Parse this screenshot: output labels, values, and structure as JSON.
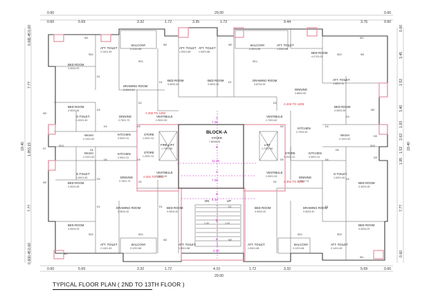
{
  "title": "TYPICAL FLOOR PLAN ( 2ND TO 13TH FLOOR )",
  "block_label": "BLOCK-A",
  "top_dims": [
    "0.60",
    "5.69",
    "3.32",
    "1.72",
    "3.35",
    "1.72",
    "9.44",
    "3.76",
    "0.60"
  ],
  "overall_width": "29.00",
  "edge_dims": [
    "0.60",
    "0.60"
  ],
  "bottom_dims": [
    "0.60",
    "5.69",
    "3.32",
    "1.72",
    "4.10",
    "1.72",
    "3.32",
    "5.69",
    "0.60"
  ],
  "left_dims": [
    "0.60",
    "0.45",
    "0.60",
    "7.77",
    "3.15",
    "1.95",
    "7.77",
    "0.60",
    "0.45",
    "0.60"
  ],
  "left_overall": "19.40",
  "right_dims": [
    "0.60",
    "3.45",
    "1.52",
    "3.40",
    "1.93",
    "2.62",
    "1.52",
    "1.95",
    "7.77",
    "0.60"
  ],
  "right_overall": "19.40",
  "unit_labels": [
    "A 202 TO 1302",
    "A 203 TO 1303",
    "A 201 TO 1301",
    "A 204 TO 1304"
  ],
  "core": {
    "foyer": "FOYER",
    "foyer_size": "7.80X8.33",
    "fire_lift": "FIRE LIFT",
    "fire_lift_size": "1.73X2.80",
    "lift": "LIFT",
    "lift_size": "1.73X2.80",
    "stair_dn": "DN",
    "stair_up": "UP",
    "stair_widths": [
      "2.00",
      "2.00"
    ],
    "stair_clear": "4.30",
    "core_width": "11.20",
    "mag_labels": [
      "A",
      "B",
      "C",
      "D",
      "E",
      "F"
    ],
    "mag_dims": [
      "7.06",
      "7.06",
      "4.10"
    ]
  },
  "rooms": {
    "tl": [
      {
        "name": "BED ROOM",
        "size": "3.30X4.29"
      },
      {
        "name": "ATT. TOILET",
        "size": "2.14X1.45"
      },
      {
        "name": "BALCONY",
        "size": "3.12X1.66"
      },
      {
        "name": "BED ROOM",
        "size": "3.30X3.28"
      },
      {
        "name": "G.TOILET",
        "size": "1.00X1.45"
      },
      {
        "name": "WASH",
        "size": "2.10X1.52"
      },
      {
        "name": "DRAWING ROOM",
        "size": "3.30X4.42"
      },
      {
        "name": "DINNING",
        "size": "2.75X1.73"
      },
      {
        "name": "KITCHEN",
        "size": "3.30X1.31"
      },
      {
        "name": "STORE",
        "size": "1.20X1.31"
      },
      {
        "name": "VESTIBULE",
        "size": "2.00X1.53"
      }
    ],
    "tm": [
      {
        "name": "ATT. TOILET",
        "size": "1.53X1.88"
      },
      {
        "name": "BED ROOM",
        "size": "3.30X4.42"
      },
      {
        "name": "ATT. TOILET",
        "size": "1.53X1.88"
      },
      {
        "name": "BED ROOM",
        "size": "3.30X4.42"
      }
    ],
    "tr": [
      {
        "name": "BALCONY",
        "size": "3.30X1.66"
      },
      {
        "name": "ATT. TOILET",
        "size": "1.53X1.88"
      },
      {
        "name": "BED ROOM",
        "size": "4.27X3.29"
      },
      {
        "name": "DRAWING ROOM",
        "size": "4.87X4.29"
      },
      {
        "name": "DINNING",
        "size": "2.88X2.62"
      },
      {
        "name": "ATT. TOILET",
        "size": "1.88X1.31"
      },
      {
        "name": "BED ROOM",
        "size": "3.30X3.35"
      },
      {
        "name": "VESTIBULE",
        "size": "1.73X1.62"
      },
      {
        "name": "KITCHEN",
        "size": "2.70X3.20"
      },
      {
        "name": "STORE",
        "size": "1.20X1.31"
      },
      {
        "name": "KITCHEN",
        "size": "3.30X1.31"
      },
      {
        "name": "WASH",
        "size": "2.10X1.52"
      }
    ],
    "bl": [
      {
        "name": "WASH",
        "size": "2.10X1.52"
      },
      {
        "name": "KITCHEN",
        "size": "3.30X1.31"
      },
      {
        "name": "STORE",
        "size": "1.20X1.31"
      },
      {
        "name": "G.TOILET",
        "size": "1.00X1.45"
      },
      {
        "name": "BED ROOM",
        "size": "3.30X3.28"
      },
      {
        "name": "DINNING",
        "size": "2.75X1.73"
      },
      {
        "name": "VESTIBULE",
        "size": "2.00X1.53"
      },
      {
        "name": "DRAWING ROOM",
        "size": "3.30X4.42"
      },
      {
        "name": "BED ROOM",
        "size": "3.30X4.42"
      },
      {
        "name": "BED ROOM",
        "size": "3.30X4.29"
      },
      {
        "name": "ATT. TOILET",
        "size": "2.14X1.45"
      },
      {
        "name": "ATT. TOILET",
        "size": "1.53X1.88"
      },
      {
        "name": "BALCONY",
        "size": "3.12X1.66"
      }
    ],
    "br": [
      {
        "name": "VESTIBULE",
        "size": "2.00X1.53"
      },
      {
        "name": "DINNING",
        "size": "2.75X1.73"
      },
      {
        "name": "G.TOILET",
        "size": "1.00X1.45"
      },
      {
        "name": "BED ROOM",
        "size": "3.30X3.28"
      },
      {
        "name": "BED ROOM",
        "size": "3.30X4.42"
      },
      {
        "name": "DRAWING ROOM",
        "size": "3.30X4.42"
      },
      {
        "name": "BED ROOM",
        "size": "3.30X4.29"
      },
      {
        "name": "ATT. TOILET",
        "size": "1.53X1.88"
      },
      {
        "name": "BALCONY",
        "size": "3.12X1.66"
      },
      {
        "name": "ATT. TOILET",
        "size": "2.14X1.45"
      }
    ]
  },
  "doors": [
    "D1",
    "D2",
    "D3",
    "D4",
    "D5",
    "D6",
    "D7",
    "D8",
    "W1",
    "W2",
    "SD1",
    "SD2",
    "SD3"
  ]
}
